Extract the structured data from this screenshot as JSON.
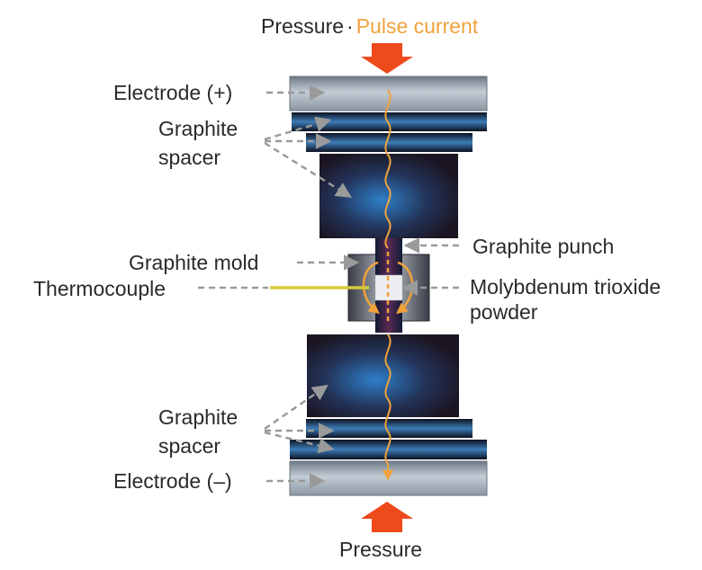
{
  "title": {
    "pressure": "Pressure",
    "separator": "·",
    "pulse_current": "Pulse current"
  },
  "labels": {
    "electrode_plus": "Electrode (+)",
    "graphite_spacer_top_line1": "Graphite",
    "graphite_spacer_top_line2": "spacer",
    "graphite_punch": "Graphite punch",
    "graphite_mold": "Graphite mold",
    "thermocouple": "Thermocouple",
    "powder_line1": "Molybdenum trioxide",
    "powder_line2": "powder",
    "graphite_spacer_bottom_line1": "Graphite",
    "graphite_spacer_bottom_line2": "spacer",
    "electrode_minus": "Electrode (–)",
    "pressure_bottom": "Pressure"
  },
  "colors": {
    "pressure_arrow": "#ee4a1c",
    "current": "#f0a23c",
    "leader": "#9a9a9a",
    "thermocouple": "#d8c93a",
    "electrode": "#b9c3cd",
    "graphite_dark": "#1b1d2c",
    "graphite_blue": "#2f7fc9"
  }
}
